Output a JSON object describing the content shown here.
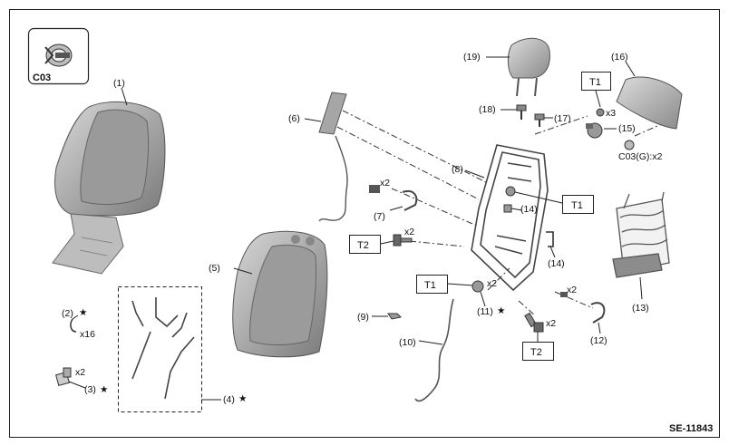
{
  "figure_ref": "SE-11843",
  "legend_box": {
    "label": "C03",
    "icon": "clip-icon"
  },
  "callouts": {
    "p1": "(1)",
    "p2": "(2)",
    "p3": "(3)",
    "p4": "(4)",
    "p5": "(5)",
    "p6": "(6)",
    "p7": "(7)",
    "p8": "(8)",
    "p9": "(9)",
    "p10": "(10)",
    "p11": "(11)",
    "p12": "(12)",
    "p13": "(13)",
    "p14a": "(14)",
    "p14b": "(14)",
    "p15": "(15)",
    "p16": "(16)",
    "p17": "(17)",
    "p18": "(18)",
    "p19": "(19)"
  },
  "quantities": {
    "q2": "x16",
    "q3": "x2",
    "q7": "x2",
    "qT2a": "x2",
    "q11": "x2",
    "qT2b": "x2",
    "q12": "x2",
    "qT1top": "x3",
    "qC03": "C03(G):x2"
  },
  "torque_tags": {
    "t1_top": "T1",
    "t1_mid": "T1",
    "t1_low": "T1",
    "t2_left": "T2",
    "t2_bottom": "T2"
  },
  "star": "★"
}
